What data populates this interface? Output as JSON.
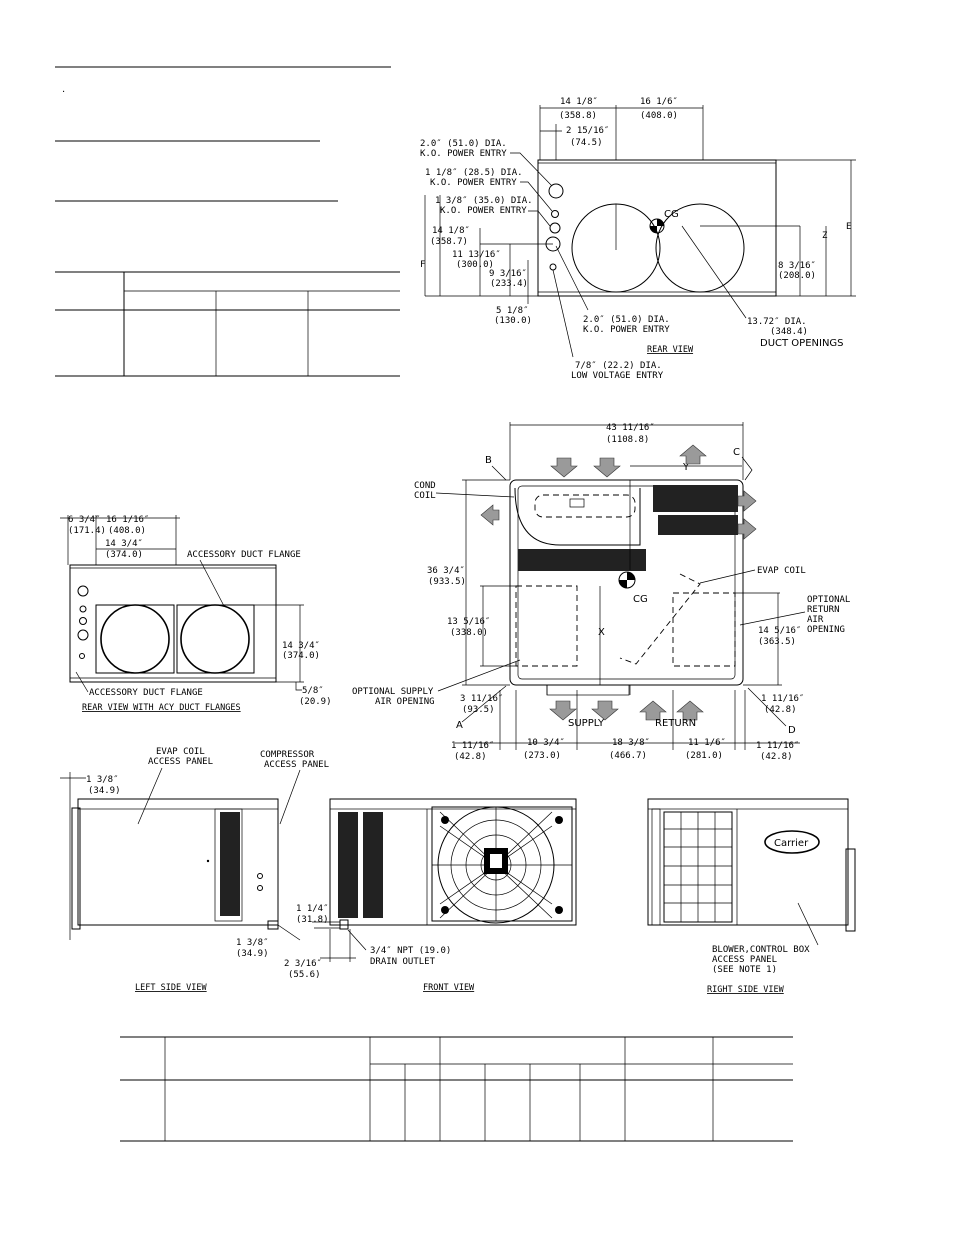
{
  "upper_left": {
    "dot": "."
  },
  "rear_view": {
    "caption": "REAR VIEW",
    "dims": {
      "top_left": "14 1/8″",
      "top_left_mm": "(358.8)",
      "top_right": "16 1/6″",
      "top_right_mm": "(408.0)",
      "offset": "2 15/16″",
      "offset_mm": "(74.5)",
      "f": "F",
      "e": "E",
      "z": "Z",
      "d14": "14 1/8″",
      "d14_mm": "(358.7)",
      "d11": "11 13/16″",
      "d11_mm": "(300.0)",
      "d9": "9 3/16″",
      "d9_mm": "(233.4)",
      "d5": "5 1/8″",
      "d5_mm": "(130.0)",
      "d8": "8 3/16″",
      "d8_mm": "(208.0)",
      "cg": "CG"
    },
    "callouts": {
      "ko1a": "2.0″ (51.0) DIA.",
      "ko1b": "K.O. POWER ENTRY",
      "ko2a": "1 1/8″ (28.5) DIA.",
      "ko2b": "K.O. POWER ENTRY",
      "ko3a": "1 3/8″ (35.0) DIA.",
      "ko3b": "K.O. POWER ENTRY",
      "ko4a": "2.0″ (51.0) DIA.",
      "ko4b": "K.O. POWER ENTRY",
      "lv_a": "7/8″ (22.2) DIA.",
      "lv_b": "LOW VOLTAGE ENTRY",
      "duct_a": "13.72″ DIA.",
      "duct_b": "(348.4)",
      "duct_c": "DUCT OPENINGS"
    }
  },
  "rear_acy": {
    "caption": "REAR VIEW WITH ACY DUCT FLANGES",
    "d6": "6 3/4″",
    "d6_mm": "(171.4)",
    "d16": "16 1/16″",
    "d16_mm": "(408.0)",
    "d14": "14 3/4″",
    "d14_mm": "(374.0)",
    "dr14": "14 3/4″",
    "dr14_mm": "(374.0)",
    "d58": "5/8″",
    "d58_mm": "(20.9)",
    "flange_top": "ACCESSORY DUCT FLANGE",
    "flange_bottom": "ACCESSORY DUCT FLANGE"
  },
  "top_view": {
    "width": "43 11/16″",
    "width_mm": "(1108.8)",
    "b": "B",
    "c": "C",
    "a": "A",
    "d": "D",
    "y": "Y",
    "x": "X",
    "cg": "CG",
    "cond1": "COND",
    "cond2": "COIL",
    "depth": "36 3/4″",
    "depth_mm": "(933.5)",
    "d13": "13 5/16″",
    "d13_mm": "(338.0)",
    "d14": "14 5/16″",
    "d14_mm": "(363.5)",
    "d3": "3 11/16″",
    "d3_mm": "(93.5)",
    "evap": "EVAP COIL",
    "ret1": "OPTIONAL",
    "ret2": "RETURN",
    "ret3": "AIR",
    "ret4": "OPENING",
    "sup1": "OPTIONAL SUPPLY",
    "sup2": "AIR OPENING",
    "supply": "SUPPLY",
    "return": "RETURN",
    "b1": "1 11/16″",
    "b1_mm": "(42.8)",
    "b2": "10 3/4″",
    "b2_mm": "(273.0)",
    "b3": "18 3/8″",
    "b3_mm": "(466.7)",
    "b4": "11 1/6″",
    "b4_mm": "(281.0)",
    "b5": "1 11/16″",
    "b5_mm": "(42.8)",
    "r1": "1 11/16″",
    "r1_mm": "(42.8)"
  },
  "left_side": {
    "caption": "LEFT SIDE VIEW",
    "d_top": "1 3/8″",
    "d_top_mm": "(34.9)",
    "d_bot": "1 3/8″",
    "d_bot_mm": "(34.9)",
    "evap1": "EVAP COIL",
    "evap2": "ACCESS PANEL",
    "comp1": "COMPRESSOR",
    "comp2": "ACCESS PANEL"
  },
  "front": {
    "caption": "FRONT VIEW",
    "d1": "1 1/4″",
    "d1_mm": "(31.8)",
    "d2": "2 3/16″",
    "d2_mm": "(55.6)",
    "drain1": "3/4″ NPT (19.0)",
    "drain2": "DRAIN OUTLET"
  },
  "right_side": {
    "caption": "RIGHT SIDE VIEW",
    "logo": "Carrier",
    "blower1": "BLOWER,CONTROL BOX",
    "blower2": "ACCESS PANEL",
    "blower3": "(SEE NOTE 1)"
  }
}
